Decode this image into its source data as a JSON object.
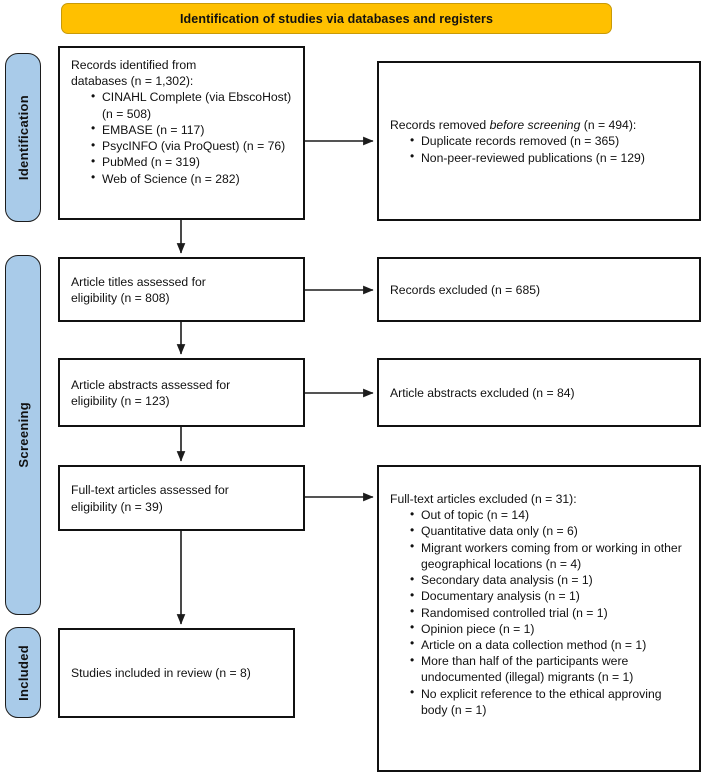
{
  "banner": {
    "title": "Identification of studies via databases and registers",
    "background": "#FFC000",
    "text_color": "#111111"
  },
  "stages": [
    {
      "name": "identification",
      "label": "Identification",
      "color": "#A9CBE9"
    },
    {
      "name": "screening",
      "label": "Screening",
      "color": "#A9CBE9"
    },
    {
      "name": "included",
      "label": "Included",
      "color": "#A9CBE9"
    }
  ],
  "boxes": {
    "records_identified": {
      "heading_line1": "Records identified from",
      "heading_line2": "databases (n = 1,302):",
      "items": [
        "CINAHL Complete (via EbscoHost) (n = 508)",
        "EMBASE (n = 117)",
        "PsycINFO (via ProQuest) (n = 76)",
        "PubMed (n = 319)",
        "Web of Science (n = 282)"
      ]
    },
    "records_removed": {
      "heading_pre": "Records removed ",
      "heading_italic": "before screening",
      "heading_post": " (n = 494):",
      "items": [
        "Duplicate records removed (n = 365)",
        "Non-peer-reviewed publications (n = 129)"
      ]
    },
    "article_titles": {
      "line1": "Article titles assessed for",
      "line2": "eligibility (n = 808)"
    },
    "records_excluded": {
      "text": "Records excluded (n = 685)"
    },
    "article_abstracts": {
      "line1": "Article abstracts assessed for",
      "line2": "eligibility (n = 123)"
    },
    "abstracts_excluded": {
      "text": "Article abstracts excluded (n = 84)"
    },
    "fulltext_assessed": {
      "line1": "Full-text articles assessed for",
      "line2": "eligibility (n = 39)"
    },
    "fulltext_excluded": {
      "heading": "Full-text articles excluded (n = 31):",
      "items": [
        "Out of topic (n = 14)",
        "Quantitative data only (n = 6)",
        "Migrant workers coming from or working in other geographical locations (n = 4)",
        "Secondary data analysis (n = 1)",
        "Documentary analysis (n = 1)",
        "Randomised controlled trial (n = 1)",
        "Opinion piece (n = 1)",
        "Article on a data collection method (n = 1)",
        "More than half of the participants were undocumented (illegal) migrants (n = 1)",
        "No explicit reference to the ethical approving body (n = 1)"
      ]
    },
    "studies_included": {
      "text": "Studies included in review (n = 8)"
    }
  },
  "chart_data": {
    "type": "diagram",
    "title": "PRISMA 2020 flow diagram",
    "flow": [
      {
        "stage": "Identification",
        "node": "Records identified from databases",
        "n": 1302
      },
      {
        "stage": "Identification",
        "node": "CINAHL Complete (via EbscoHost)",
        "n": 508
      },
      {
        "stage": "Identification",
        "node": "EMBASE",
        "n": 117
      },
      {
        "stage": "Identification",
        "node": "PsycINFO (via ProQuest)",
        "n": 76
      },
      {
        "stage": "Identification",
        "node": "PubMed",
        "n": 319
      },
      {
        "stage": "Identification",
        "node": "Web of Science",
        "n": 282
      },
      {
        "stage": "Identification",
        "node": "Records removed before screening",
        "n": 494
      },
      {
        "stage": "Identification",
        "node": "Duplicate records removed",
        "n": 365
      },
      {
        "stage": "Identification",
        "node": "Non-peer-reviewed publications",
        "n": 129
      },
      {
        "stage": "Screening",
        "node": "Article titles assessed for eligibility",
        "n": 808
      },
      {
        "stage": "Screening",
        "node": "Records excluded",
        "n": 685
      },
      {
        "stage": "Screening",
        "node": "Article abstracts assessed for eligibility",
        "n": 123
      },
      {
        "stage": "Screening",
        "node": "Article abstracts excluded",
        "n": 84
      },
      {
        "stage": "Screening",
        "node": "Full-text articles assessed for eligibility",
        "n": 39
      },
      {
        "stage": "Screening",
        "node": "Full-text articles excluded",
        "n": 31
      },
      {
        "stage": "Screening",
        "node": "Out of topic",
        "n": 14
      },
      {
        "stage": "Screening",
        "node": "Quantitative data only",
        "n": 6
      },
      {
        "stage": "Screening",
        "node": "Migrant workers coming from or working in other geographical locations",
        "n": 4
      },
      {
        "stage": "Screening",
        "node": "Secondary data analysis",
        "n": 1
      },
      {
        "stage": "Screening",
        "node": "Documentary analysis",
        "n": 1
      },
      {
        "stage": "Screening",
        "node": "Randomised controlled trial",
        "n": 1
      },
      {
        "stage": "Screening",
        "node": "Opinion piece",
        "n": 1
      },
      {
        "stage": "Screening",
        "node": "Article on a data collection method",
        "n": 1
      },
      {
        "stage": "Screening",
        "node": "More than half of the participants were undocumented (illegal) migrants",
        "n": 1
      },
      {
        "stage": "Screening",
        "node": "No explicit reference to the ethical approving body",
        "n": 1
      },
      {
        "stage": "Included",
        "node": "Studies included in review",
        "n": 8
      }
    ]
  }
}
